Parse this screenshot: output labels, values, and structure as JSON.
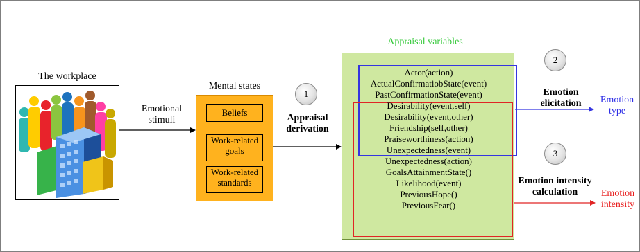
{
  "workplace": {
    "title": "The workplace"
  },
  "stimuli": {
    "line1": "Emotional",
    "line2": "stimuli"
  },
  "mental_states": {
    "title": "Mental states",
    "beliefs": "Beliefs",
    "goals": [
      "Work-related",
      "goals"
    ],
    "standards": [
      "Work-related",
      "standards"
    ]
  },
  "steps": [
    "1",
    "2",
    "3"
  ],
  "appraisal_derivation": [
    "Appraisal",
    "derivation"
  ],
  "appraisal_variables": {
    "title": "Appraisal variables",
    "items": [
      "Actor(action)",
      "ActualConfirmatiobState(event)",
      "PastConfirmationState(event)",
      "Desirability(event,self)",
      "Desirability(event,other)",
      "Friendship(self,other)",
      "Praiseworthiness(action)",
      "Unexpectedness(event)",
      "Unexpectedness(action)",
      "GoalsAttainmentState()",
      "Likelihood(event)",
      "PreviousHope()",
      "PreviousFear()"
    ]
  },
  "elicitation": [
    "Emotion",
    "elicitation"
  ],
  "intensity_calc": [
    "Emotion intensity",
    "calculation"
  ],
  "outputs": {
    "type": [
      "Emotion",
      "type"
    ],
    "intensity": [
      "Emotion",
      "intensity"
    ]
  },
  "colors": {
    "mental_fill": "#ffb21e",
    "appraisal_fill": "#cfe8a0",
    "appraisal_title": "#35c93a",
    "elicitation_group": "#3535e0",
    "intensity_group": "#e02525"
  }
}
